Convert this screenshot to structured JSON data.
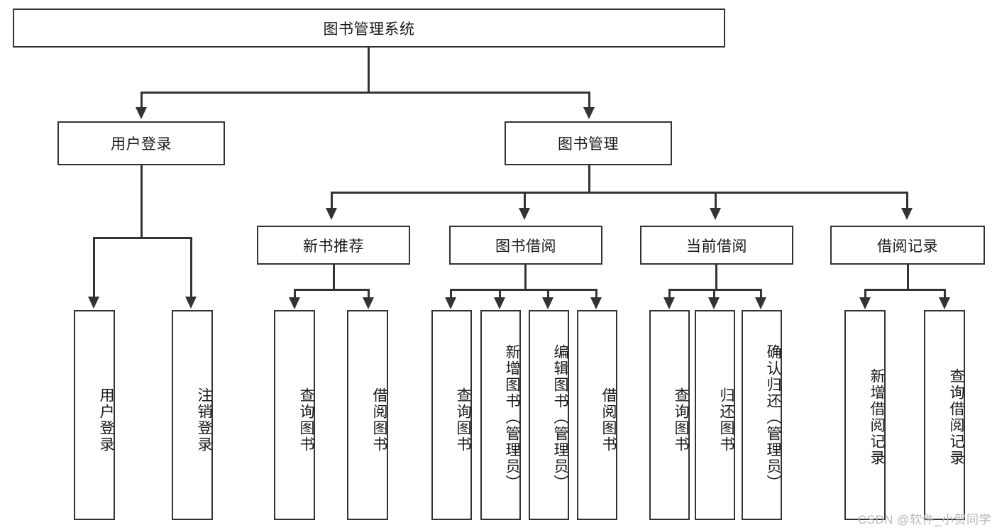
{
  "diagram": {
    "type": "hierarchy-tree",
    "title": "图书管理系统",
    "watermark": "CSDN @软件_小贺同学",
    "colors": {
      "stroke": "#333333",
      "fill": "#ffffff",
      "text": "#1a1a1a",
      "watermark": "#b8b8b8"
    },
    "nodes": {
      "root": {
        "label": "图书管理系统",
        "level": 0
      },
      "level2": [
        {
          "id": "user-login",
          "label": "用户登录"
        },
        {
          "id": "book-manage",
          "label": "图书管理"
        }
      ],
      "level3": [
        {
          "id": "new-book-recommend",
          "label": "新书推荐",
          "parent": "book-manage"
        },
        {
          "id": "book-borrow",
          "label": "图书借阅",
          "parent": "book-manage"
        },
        {
          "id": "current-borrow",
          "label": "当前借阅",
          "parent": "book-manage"
        },
        {
          "id": "borrow-record",
          "label": "借阅记录",
          "parent": "book-manage"
        }
      ],
      "leaves": {
        "user-login": [
          {
            "id": "leaf-user-login",
            "label": "用户登录"
          },
          {
            "id": "leaf-logout",
            "label": "注销登录"
          }
        ],
        "new-book-recommend": [
          {
            "id": "leaf-query-book-1",
            "label": "查询图书"
          },
          {
            "id": "leaf-borrow-book-1",
            "label": "借阅图书"
          }
        ],
        "book-borrow": [
          {
            "id": "leaf-query-book-2",
            "label": "查询图书"
          },
          {
            "id": "leaf-add-book",
            "label": "新增图书（管理员）"
          },
          {
            "id": "leaf-edit-book",
            "label": "编辑图书（管理员）"
          },
          {
            "id": "leaf-borrow-book-2",
            "label": "借阅图书"
          }
        ],
        "current-borrow": [
          {
            "id": "leaf-query-book-3",
            "label": "查询图书"
          },
          {
            "id": "leaf-return-book",
            "label": "归还图书"
          },
          {
            "id": "leaf-confirm-return",
            "label": "确认归还（管理员）"
          }
        ],
        "borrow-record": [
          {
            "id": "leaf-add-record",
            "label": "新增借阅记录"
          },
          {
            "id": "leaf-query-record",
            "label": "查询借阅记录"
          }
        ]
      }
    }
  }
}
